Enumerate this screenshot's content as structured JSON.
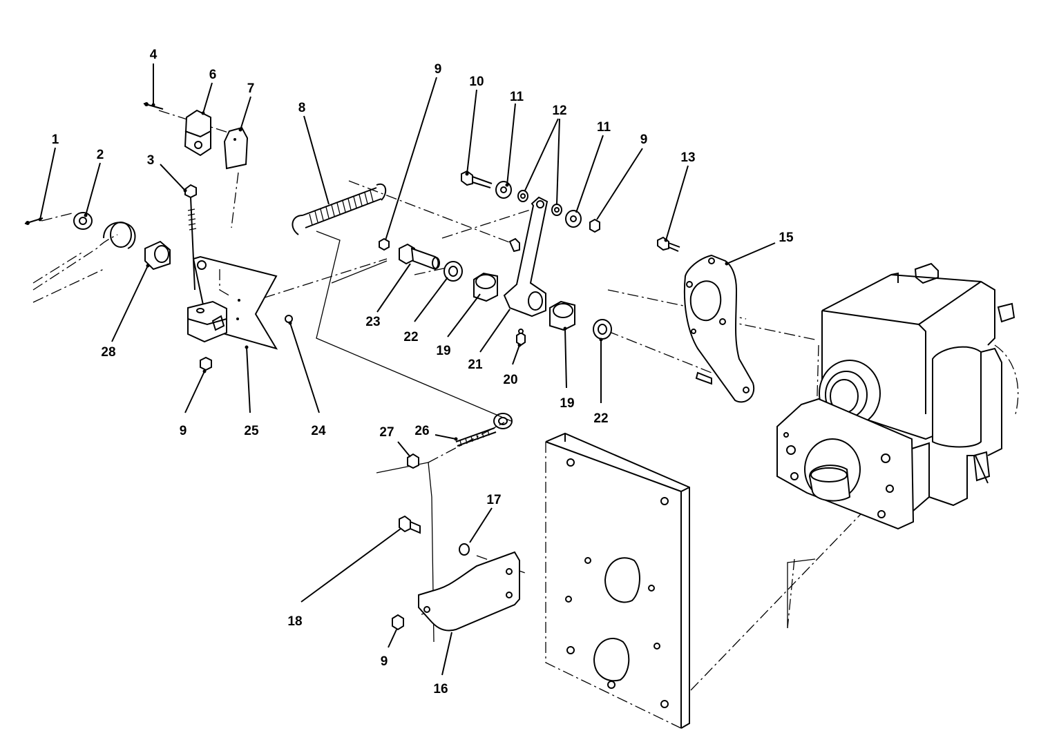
{
  "diagram": {
    "callouts": [
      "1",
      "2",
      "3",
      "4",
      "6",
      "7",
      "8",
      "9",
      "10",
      "11",
      "12",
      "13",
      "15",
      "16",
      "17",
      "18",
      "19",
      "20",
      "21",
      "22",
      "23",
      "24",
      "25",
      "26",
      "27",
      "28"
    ]
  }
}
